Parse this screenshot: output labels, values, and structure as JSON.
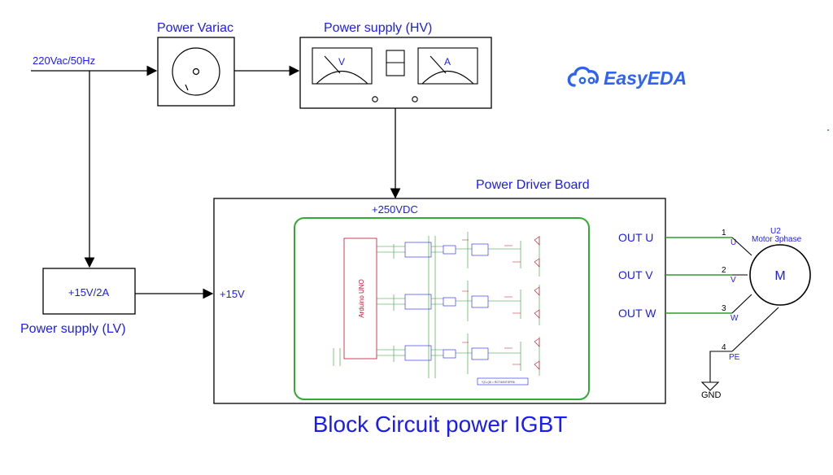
{
  "title": "Block Circuit power IGBT",
  "brand": {
    "name": "EasyEDA",
    "color": "#2f63f5",
    "icon": "cloud-link-icon"
  },
  "blocks": {
    "variac": {
      "label": "Power Variac"
    },
    "hv_supply": {
      "label": "Power supply (HV)",
      "meter_v": "V",
      "meter_a": "A"
    },
    "lv_supply": {
      "label": "Power supply (LV)",
      "rating": "+15V/2A"
    },
    "driver_board": {
      "label": "Power Driver Board",
      "hv_input": "+250VDC",
      "lv_input": "+15V"
    }
  },
  "input": {
    "label": "220Vac/50Hz"
  },
  "schematic": {
    "mcu_label": "Arduino UNO",
    "note": "*Q1-Q6 = RGT40NTSFR6",
    "border_color": "#33aa33"
  },
  "outputs": [
    {
      "label": "OUT U",
      "pin": "1",
      "phase": "U"
    },
    {
      "label": "OUT V",
      "pin": "2",
      "phase": "V"
    },
    {
      "label": "OUT W",
      "pin": "3",
      "phase": "W"
    }
  ],
  "motor": {
    "ref": "U2",
    "name": "Motor 3phase",
    "symbol": "M",
    "pe_pin": "4",
    "pe_label": "PE",
    "ground": "GND"
  },
  "colors": {
    "label_blue": "#1a1aff",
    "wire_green": "#2e9e2e",
    "line_black": "#000000"
  }
}
